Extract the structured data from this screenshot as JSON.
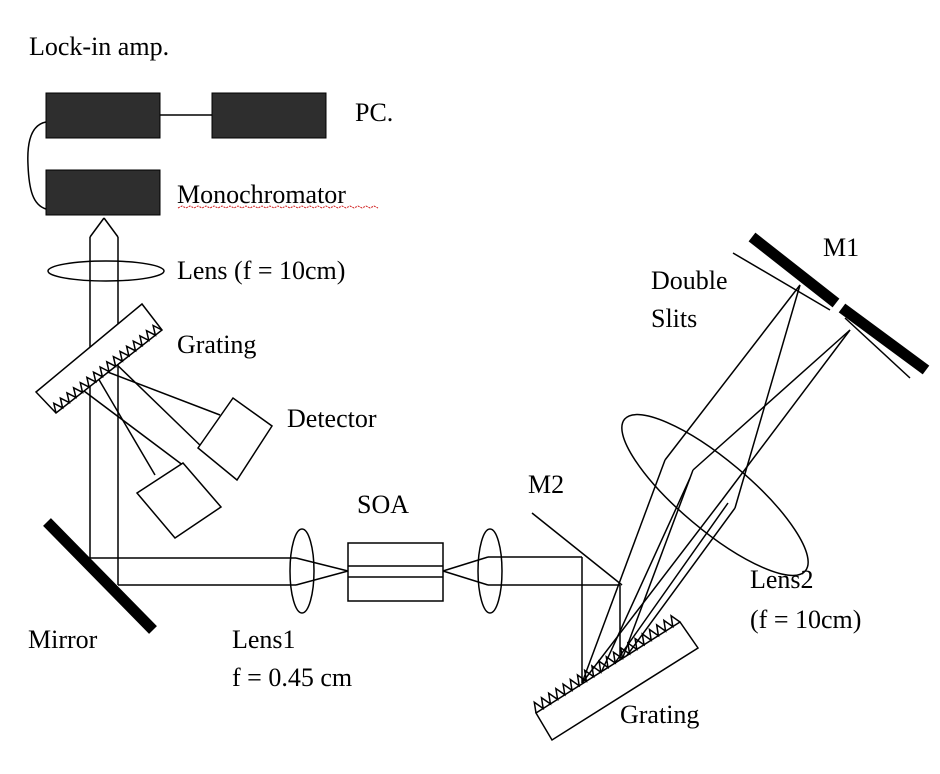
{
  "labels": {
    "lockin": "Lock-in amp.",
    "pc": "PC.",
    "monochromator": "Monochromator",
    "lens_top": "Lens (f = 10cm)",
    "grating_top": "Grating",
    "detector": "Detector",
    "mirror": "Mirror",
    "lens1_name": "Lens1",
    "lens1_focal": "f = 0.45 cm",
    "soa": "SOA",
    "m2": "M2",
    "m1": "M1",
    "double_slits_1": "Double",
    "double_slits_2": "Slits",
    "lens2_name": "Lens2",
    "lens2_focal": "(f = 10cm)",
    "grating_bottom": "Grating"
  }
}
